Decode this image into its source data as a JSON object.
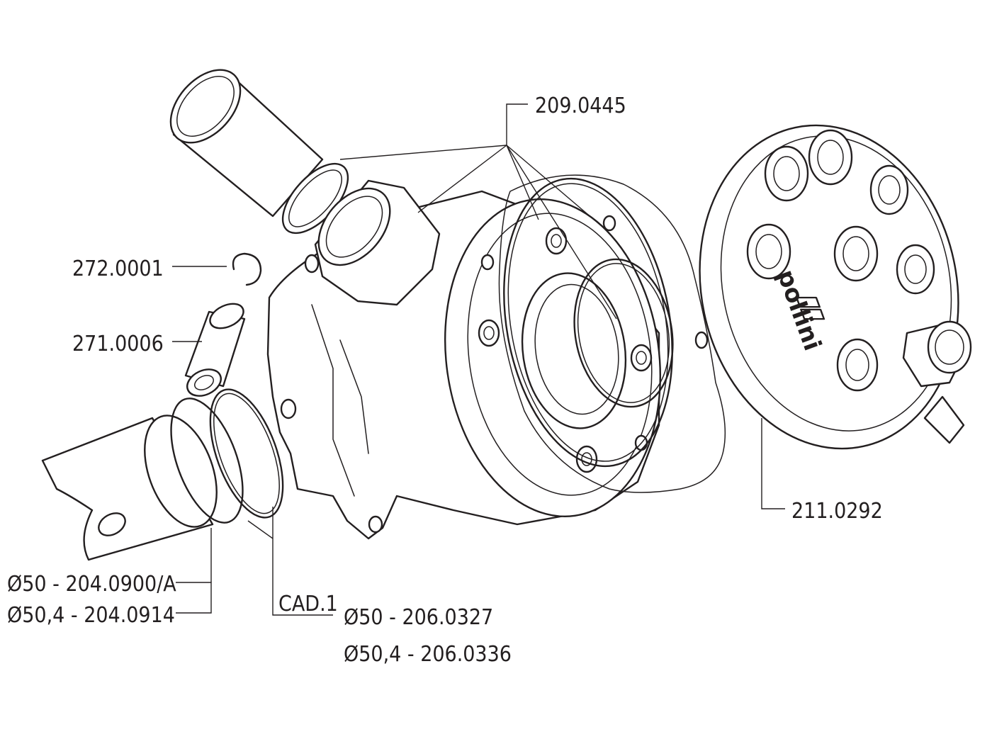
{
  "brand": "pollini",
  "parts": [
    {
      "id": "gasket-kit",
      "code": "209.0445"
    },
    {
      "id": "piston-clip",
      "code": "272.0001"
    },
    {
      "id": "piston-pin",
      "code": "271.0006"
    },
    {
      "id": "cylinder-head",
      "code": "211.0292"
    },
    {
      "id": "piston",
      "codes": [
        "Ø50 - 204.0900/A",
        "Ø50,4 - 204.0914"
      ]
    },
    {
      "id": "piston-rings",
      "qty_label": "CAD.1",
      "codes": [
        "Ø50 - 206.0327",
        "Ø50,4 - 206.0336"
      ]
    }
  ]
}
